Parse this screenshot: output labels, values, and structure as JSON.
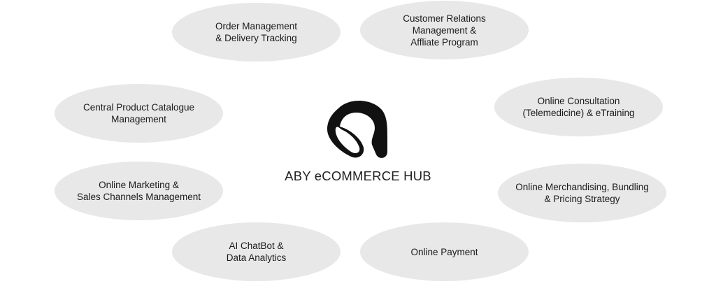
{
  "hub": {
    "title": "ABY eCOMMERCE HUB",
    "logo": "aby-logo-icon"
  },
  "nodes": [
    {
      "id": "order-management",
      "label": "Order Management\n& Delivery Tracking"
    },
    {
      "id": "customer-relations",
      "label": "Customer Relations\nManagement &\nAffliate Program"
    },
    {
      "id": "central-product-catalogue",
      "label": "Central Product Catalogue\nManagement"
    },
    {
      "id": "online-consultation",
      "label": "Online Consultation\n(Telemedicine) & eTraining"
    },
    {
      "id": "online-marketing",
      "label": "Online Marketing &\nSales Channels Management"
    },
    {
      "id": "online-merchandising",
      "label": "Online Merchandising, Bundling\n& Pricing Strategy"
    },
    {
      "id": "ai-chatbot",
      "label": "AI ChatBot &\nData Analytics"
    },
    {
      "id": "online-payment",
      "label": "Online Payment"
    }
  ],
  "colors": {
    "node_fill": "#e8e8e8",
    "text": "#1a1a1a",
    "logo": "#111111"
  }
}
